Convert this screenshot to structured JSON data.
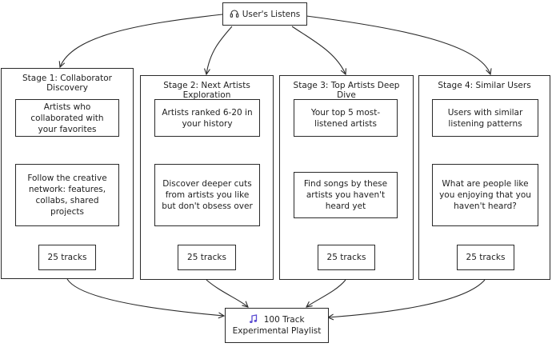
{
  "source": {
    "label": "User's Listens",
    "icon": "headphones-icon"
  },
  "target": {
    "line1": "100 Track",
    "line2": "Experimental Playlist",
    "icon": "music-note-icon"
  },
  "stages": [
    {
      "title": "Stage 1: Collaborator Discovery",
      "input": "Artists who collaborated with your favorites",
      "step": "Follow the creative network: features, collabs, shared projects",
      "output": "25 tracks"
    },
    {
      "title": "Stage 2: Next Artists Exploration",
      "input": "Artists ranked 6-20 in your history",
      "step": "Discover deeper cuts from artists you like but don't obsess over",
      "output": "25 tracks"
    },
    {
      "title": "Stage 3: Top Artists Deep Dive",
      "input": "Your top 5 most-listened artists",
      "step": "Find songs by these artists you haven't heard yet",
      "output": "25 tracks"
    },
    {
      "title": "Stage 4: Similar Users",
      "input": "Users with similar listening patterns",
      "step": "What are people like you enjoying that you haven't heard?",
      "output": "25 tracks"
    }
  ]
}
